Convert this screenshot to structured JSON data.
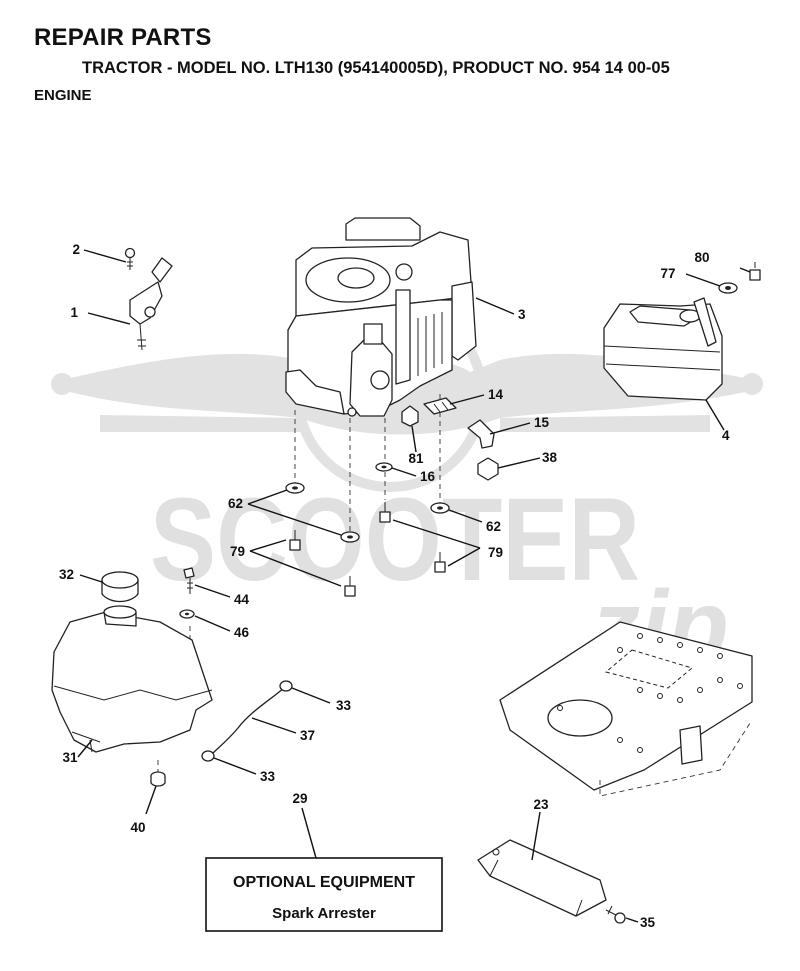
{
  "header": {
    "title": "REPAIR PARTS",
    "subtitle": "TRACTOR - MODEL NO. LTH130 (954140005D), PRODUCT NO. 954 14 00-05",
    "section": "ENGINE"
  },
  "watermark": {
    "text_main": "SCOOTER",
    "text_script": "zip"
  },
  "parts": [
    {
      "ref": "1"
    },
    {
      "ref": "2"
    },
    {
      "ref": "3"
    },
    {
      "ref": "4"
    },
    {
      "ref": "14"
    },
    {
      "ref": "15"
    },
    {
      "ref": "16"
    },
    {
      "ref": "23"
    },
    {
      "ref": "29"
    },
    {
      "ref": "31"
    },
    {
      "ref": "32"
    },
    {
      "ref": "33a",
      "label": "33"
    },
    {
      "ref": "33b",
      "label": "33"
    },
    {
      "ref": "35"
    },
    {
      "ref": "37"
    },
    {
      "ref": "38"
    },
    {
      "ref": "40"
    },
    {
      "ref": "44"
    },
    {
      "ref": "46"
    },
    {
      "ref": "62a",
      "label": "62"
    },
    {
      "ref": "62b",
      "label": "62"
    },
    {
      "ref": "77"
    },
    {
      "ref": "79a",
      "label": "79"
    },
    {
      "ref": "79b",
      "label": "79"
    },
    {
      "ref": "80"
    },
    {
      "ref": "81"
    }
  ],
  "labels": {
    "p1": "1",
    "p2": "2",
    "p3": "3",
    "p4": "4",
    "p14": "14",
    "p15": "15",
    "p16": "16",
    "p23": "23",
    "p29": "29",
    "p31": "31",
    "p32": "32",
    "p33a": "33",
    "p33b": "33",
    "p35": "35",
    "p37": "37",
    "p38": "38",
    "p40": "40",
    "p44": "44",
    "p46": "46",
    "p62a": "62",
    "p62b": "62",
    "p77": "77",
    "p79a": "79",
    "p79b": "79",
    "p80": "80",
    "p81": "81"
  },
  "optional_box": {
    "heading": "OPTIONAL EQUIPMENT",
    "item": "Spark Arrester"
  }
}
